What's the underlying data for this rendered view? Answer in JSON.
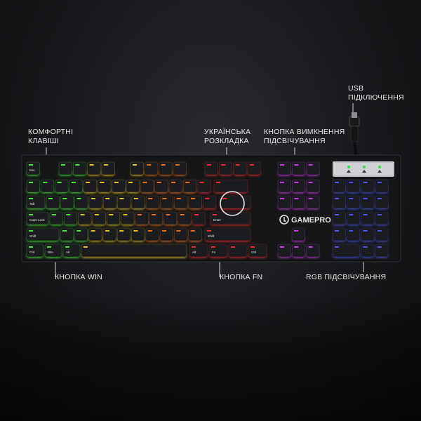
{
  "callouts": {
    "comfort": {
      "line1": "КОМФОРТНІ",
      "line2": "КЛАВІШІ"
    },
    "ua_layout": {
      "line1": "УКРАЇНСЬКА",
      "line2": "РОЗКЛАДКА"
    },
    "backlight_button": {
      "line1": "КНОПКА ВИМКНЕННЯ",
      "line2": "ПІДСВІЧУВАННЯ"
    },
    "usb": {
      "line1": "USB",
      "line2": "ПІДКЛЮЧЕННЯ"
    },
    "win_button": "КНОПКА WIN",
    "fn_button": "КНОПКА FN",
    "rgb_backlight": "RGB ПІДСВІЧУВАННЯ"
  },
  "keyboard": {
    "brand": "GAMEPRO",
    "key_labels": {
      "esc": "Esc",
      "tab": "Tab",
      "caps": "Caps Lock",
      "shift_left": "Shift",
      "shift_right": "Shift",
      "enter": "Enter",
      "ctrl_left": "Ctrl",
      "win": "Win",
      "alt_left": "Alt",
      "alt_right": "Alt",
      "fn": "Fn",
      "ctrl_right": "Ctrl"
    },
    "colors": {
      "frame": "#151618",
      "key": "#1b1c1f",
      "glow_green": "#4cff3a",
      "glow_yellow": "#ffd21e",
      "glow_orange": "#ff7a1a",
      "glow_red": "#ff2a2a",
      "glow_magenta": "#e03cff",
      "glow_blue": "#4b5bff",
      "indicator_green": "#36e04a"
    }
  }
}
